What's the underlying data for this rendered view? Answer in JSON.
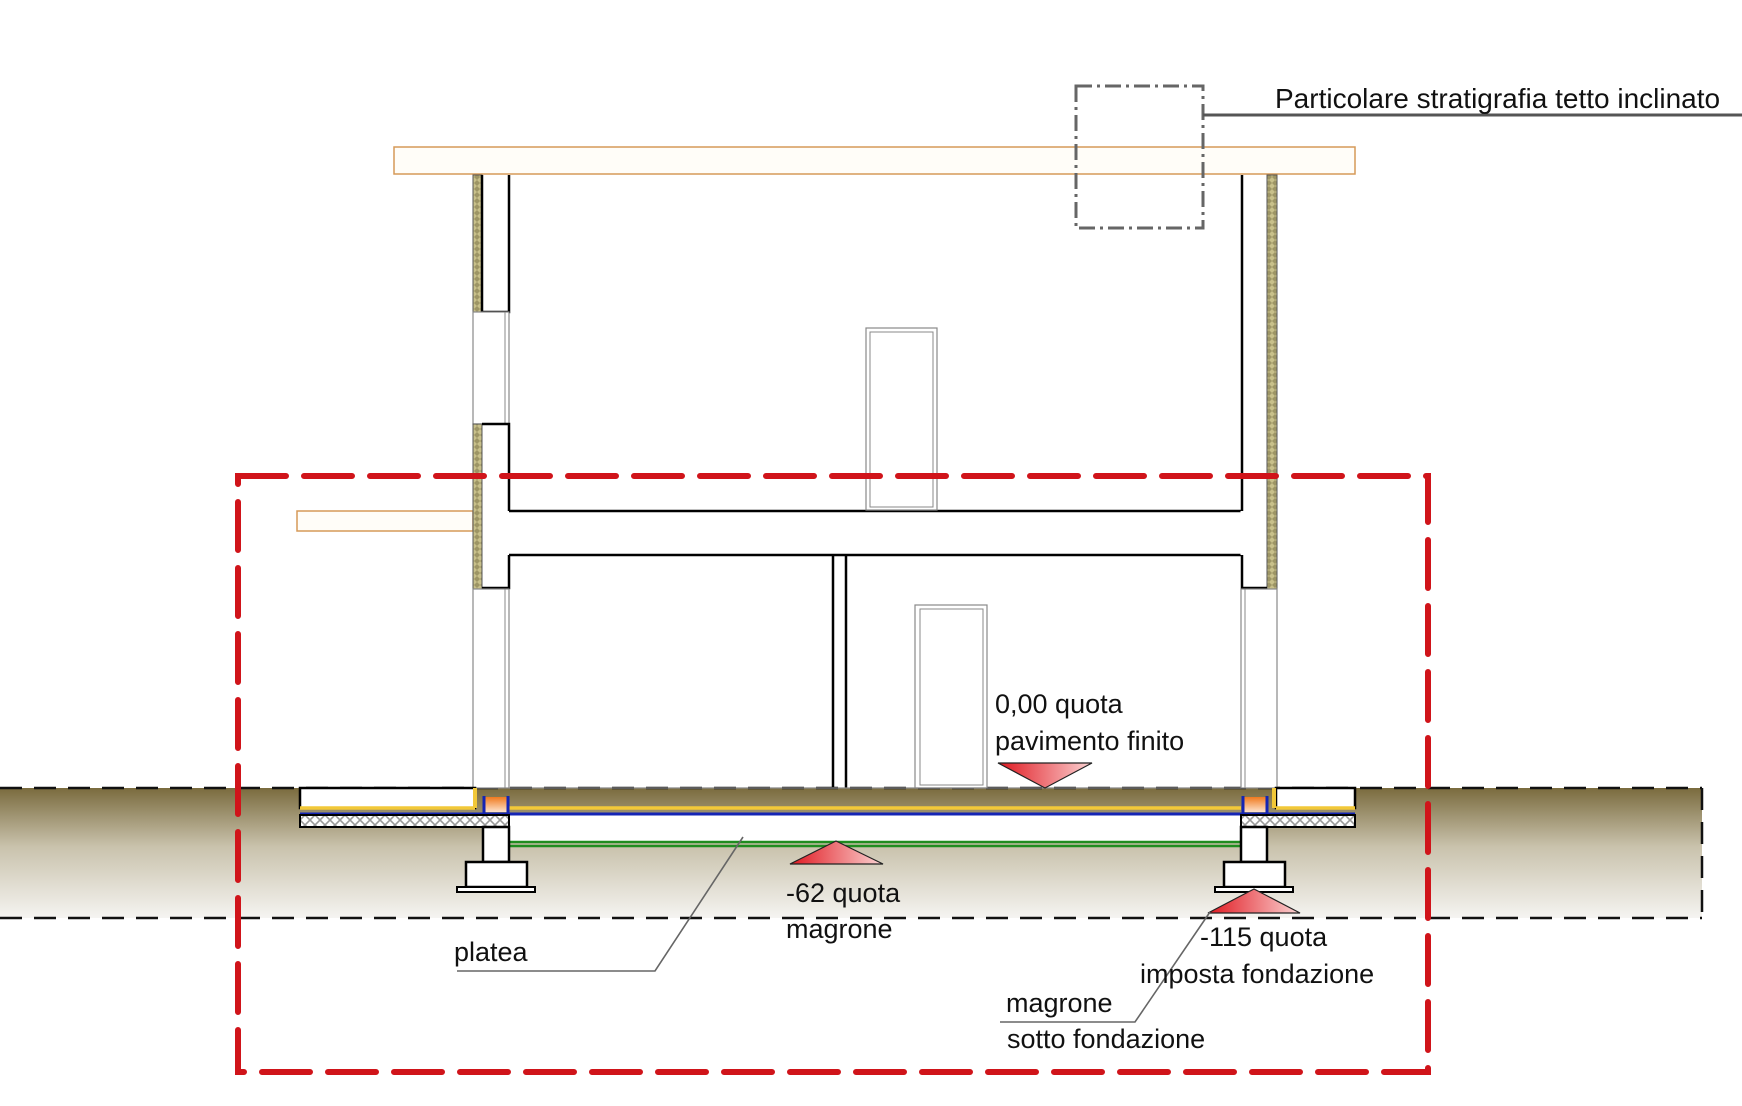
{
  "title": "Sezione edificio - particolare fondazioni",
  "colors": {
    "highlight_frame": "#d0141a",
    "ground_top": "#7a6b3e",
    "ground_bottom": "#f4f3f0",
    "insulation": "#b9b07a",
    "waterproofing_yellow": "#f2c838",
    "membrane_blue": "#1424b4",
    "lean_concrete_green": "#1f8c1f",
    "level_marker": "#e8282e",
    "slab_outline": "#d69a58"
  },
  "labels": {
    "roof_detail": "Particolare stratigrafia tetto inclinato",
    "floor_level_value": "0,00 quota",
    "floor_level_desc": "pavimento finito",
    "magrone_level_value": "-62 quota",
    "magrone_level_desc": "magrone",
    "foundation_level_value": "-115 quota",
    "foundation_level_desc": "imposta fondazione",
    "platea": "platea",
    "magrone_under_1": "magrone",
    "magrone_under_2": "sotto fondazione"
  },
  "icons": {
    "level_down": "triangle-down-marker",
    "level_up": "triangle-up-marker"
  }
}
